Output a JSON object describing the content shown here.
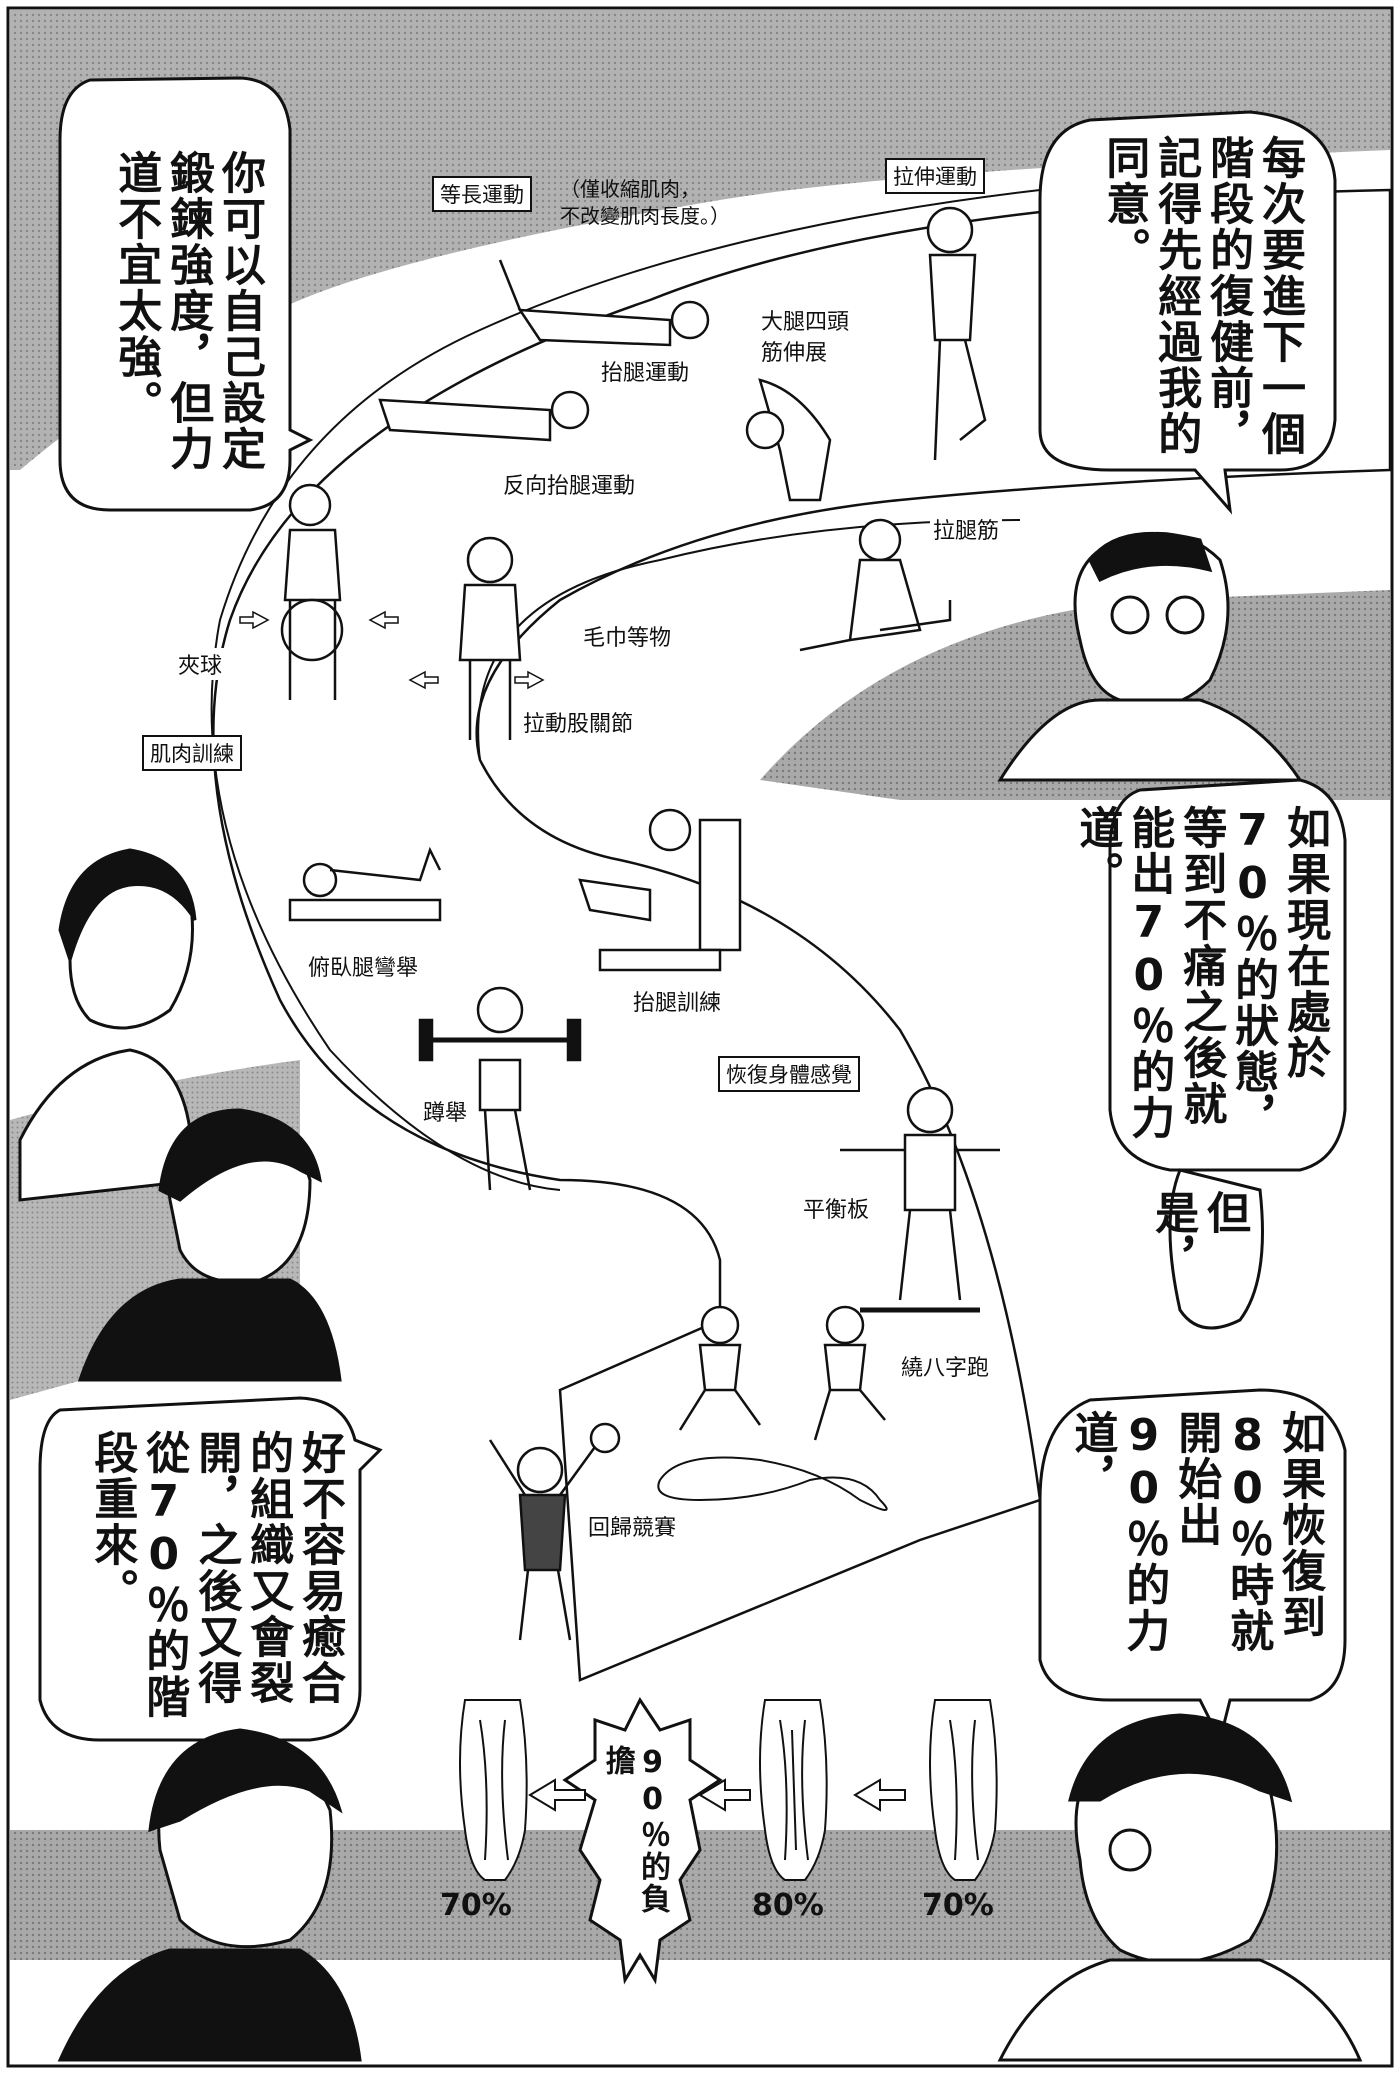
{
  "speech": {
    "top_right": "每次要進下一個階段的復健前，記得先經過我的同意。",
    "top_left": "你可以自己設定鍛鍊強度，但力道不宜太強。",
    "mid_right": "如果現在處於70％的狀態，等到不痛之後就能出70％的力道。",
    "mid_right_2": "但是，",
    "lower_right": "如果恢復到80％時就開始出90％的力道，",
    "lower_left": "好不容易癒合的組織又會裂開，之後又得從70％的階段重來。",
    "burst": "90％的負擔"
  },
  "stages": {
    "isometric": "等長運動",
    "isometric_note": "（僅收縮肌肉，\n不改變肌肉長度。）",
    "stretching": "拉伸運動",
    "muscle_training": "肌肉訓練",
    "sense_recovery": "恢復身體感覺"
  },
  "exercises": {
    "leg_raise": "抬腿運動",
    "reverse_leg_raise": "反向抬腿運動",
    "quad_stretch": "大腿四頭\n筋伸展",
    "hamstring_stretch": "拉腿筋",
    "towel": "毛巾等物",
    "hip_pull": "拉動股關節",
    "ball_squeeze": "夾球",
    "prone_curl": "俯臥腿彎舉",
    "leg_extension": "抬腿訓練",
    "squat": "蹲舉",
    "balance_board": "平衡板",
    "figure_eight": "繞八字跑",
    "return_game": "回歸競賽"
  },
  "muscle_states": [
    "70%",
    "80%",
    "70%"
  ],
  "colors": {
    "ink": "#111111",
    "screentone": "#8f8f8f",
    "paper": "#ffffff"
  }
}
